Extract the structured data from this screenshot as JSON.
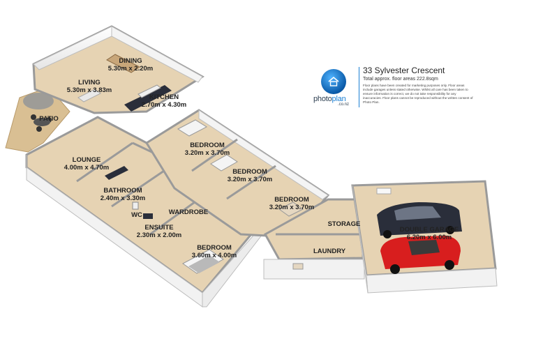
{
  "property": {
    "address": "33 Sylvester Crescent",
    "total_area": "Total approx. floor areas 222.8sqm",
    "disclaimer": "Floor plans have been created for marketing purposes only. Floor areas include garages unless stated otherwise. Whilst all care has been taken to ensure information is correct, we do not take responsibility for any inaccuracies. Floor plans cannot be reproduced without the written consent of Photo Plan."
  },
  "brand": {
    "name_part1": "photo",
    "name_part2": "plan",
    "domain": ".co.nz",
    "color_primary": "#1a7fd4",
    "color_dark": "#2c3e50"
  },
  "rooms": {
    "dining": {
      "name": "DINING",
      "size": "5.30m x 2.20m"
    },
    "living": {
      "name": "LIVING",
      "size": "5.30m x 3.83m"
    },
    "kitchen": {
      "name": "KITCHEN",
      "size": "2.70m x 4.30m"
    },
    "patio": {
      "name": "PATIO"
    },
    "lounge": {
      "name": "LOUNGE",
      "size": "4.00m x 4.70m"
    },
    "bedroom1": {
      "name": "BEDROOM",
      "size": "3.20m x 3.70m"
    },
    "bedroom2": {
      "name": "BEDROOM",
      "size": "3.20m x 3.70m"
    },
    "bedroom3": {
      "name": "BEDROOM",
      "size": "3.20m x 3.70m"
    },
    "bathroom": {
      "name": "BATHROOM",
      "size": "2.40m x 3.30m"
    },
    "wc": {
      "name": "WC"
    },
    "wardrobe": {
      "name": "WARDROBE"
    },
    "ensuite": {
      "name": "ENSUITE",
      "size": "2.30m x 2.00m"
    },
    "bedroom_master": {
      "name": "BEDROOM",
      "size": "3.60m x 4.00m"
    },
    "storage": {
      "name": "STORAGE"
    },
    "laundry": {
      "name": "LAUNDRY"
    },
    "garage": {
      "name": "DOUBLE GARAGE",
      "size": "6.20m x 6.00m"
    }
  },
  "colors": {
    "floor": "#e6d3b3",
    "wall_top": "#9a9a9a",
    "wall_face": "#f4f4f4",
    "wall_edge": "#bdbdbd",
    "deck": "#d9bf93",
    "car_red": "#d81e1e",
    "car_dark": "#2a2e3a"
  }
}
